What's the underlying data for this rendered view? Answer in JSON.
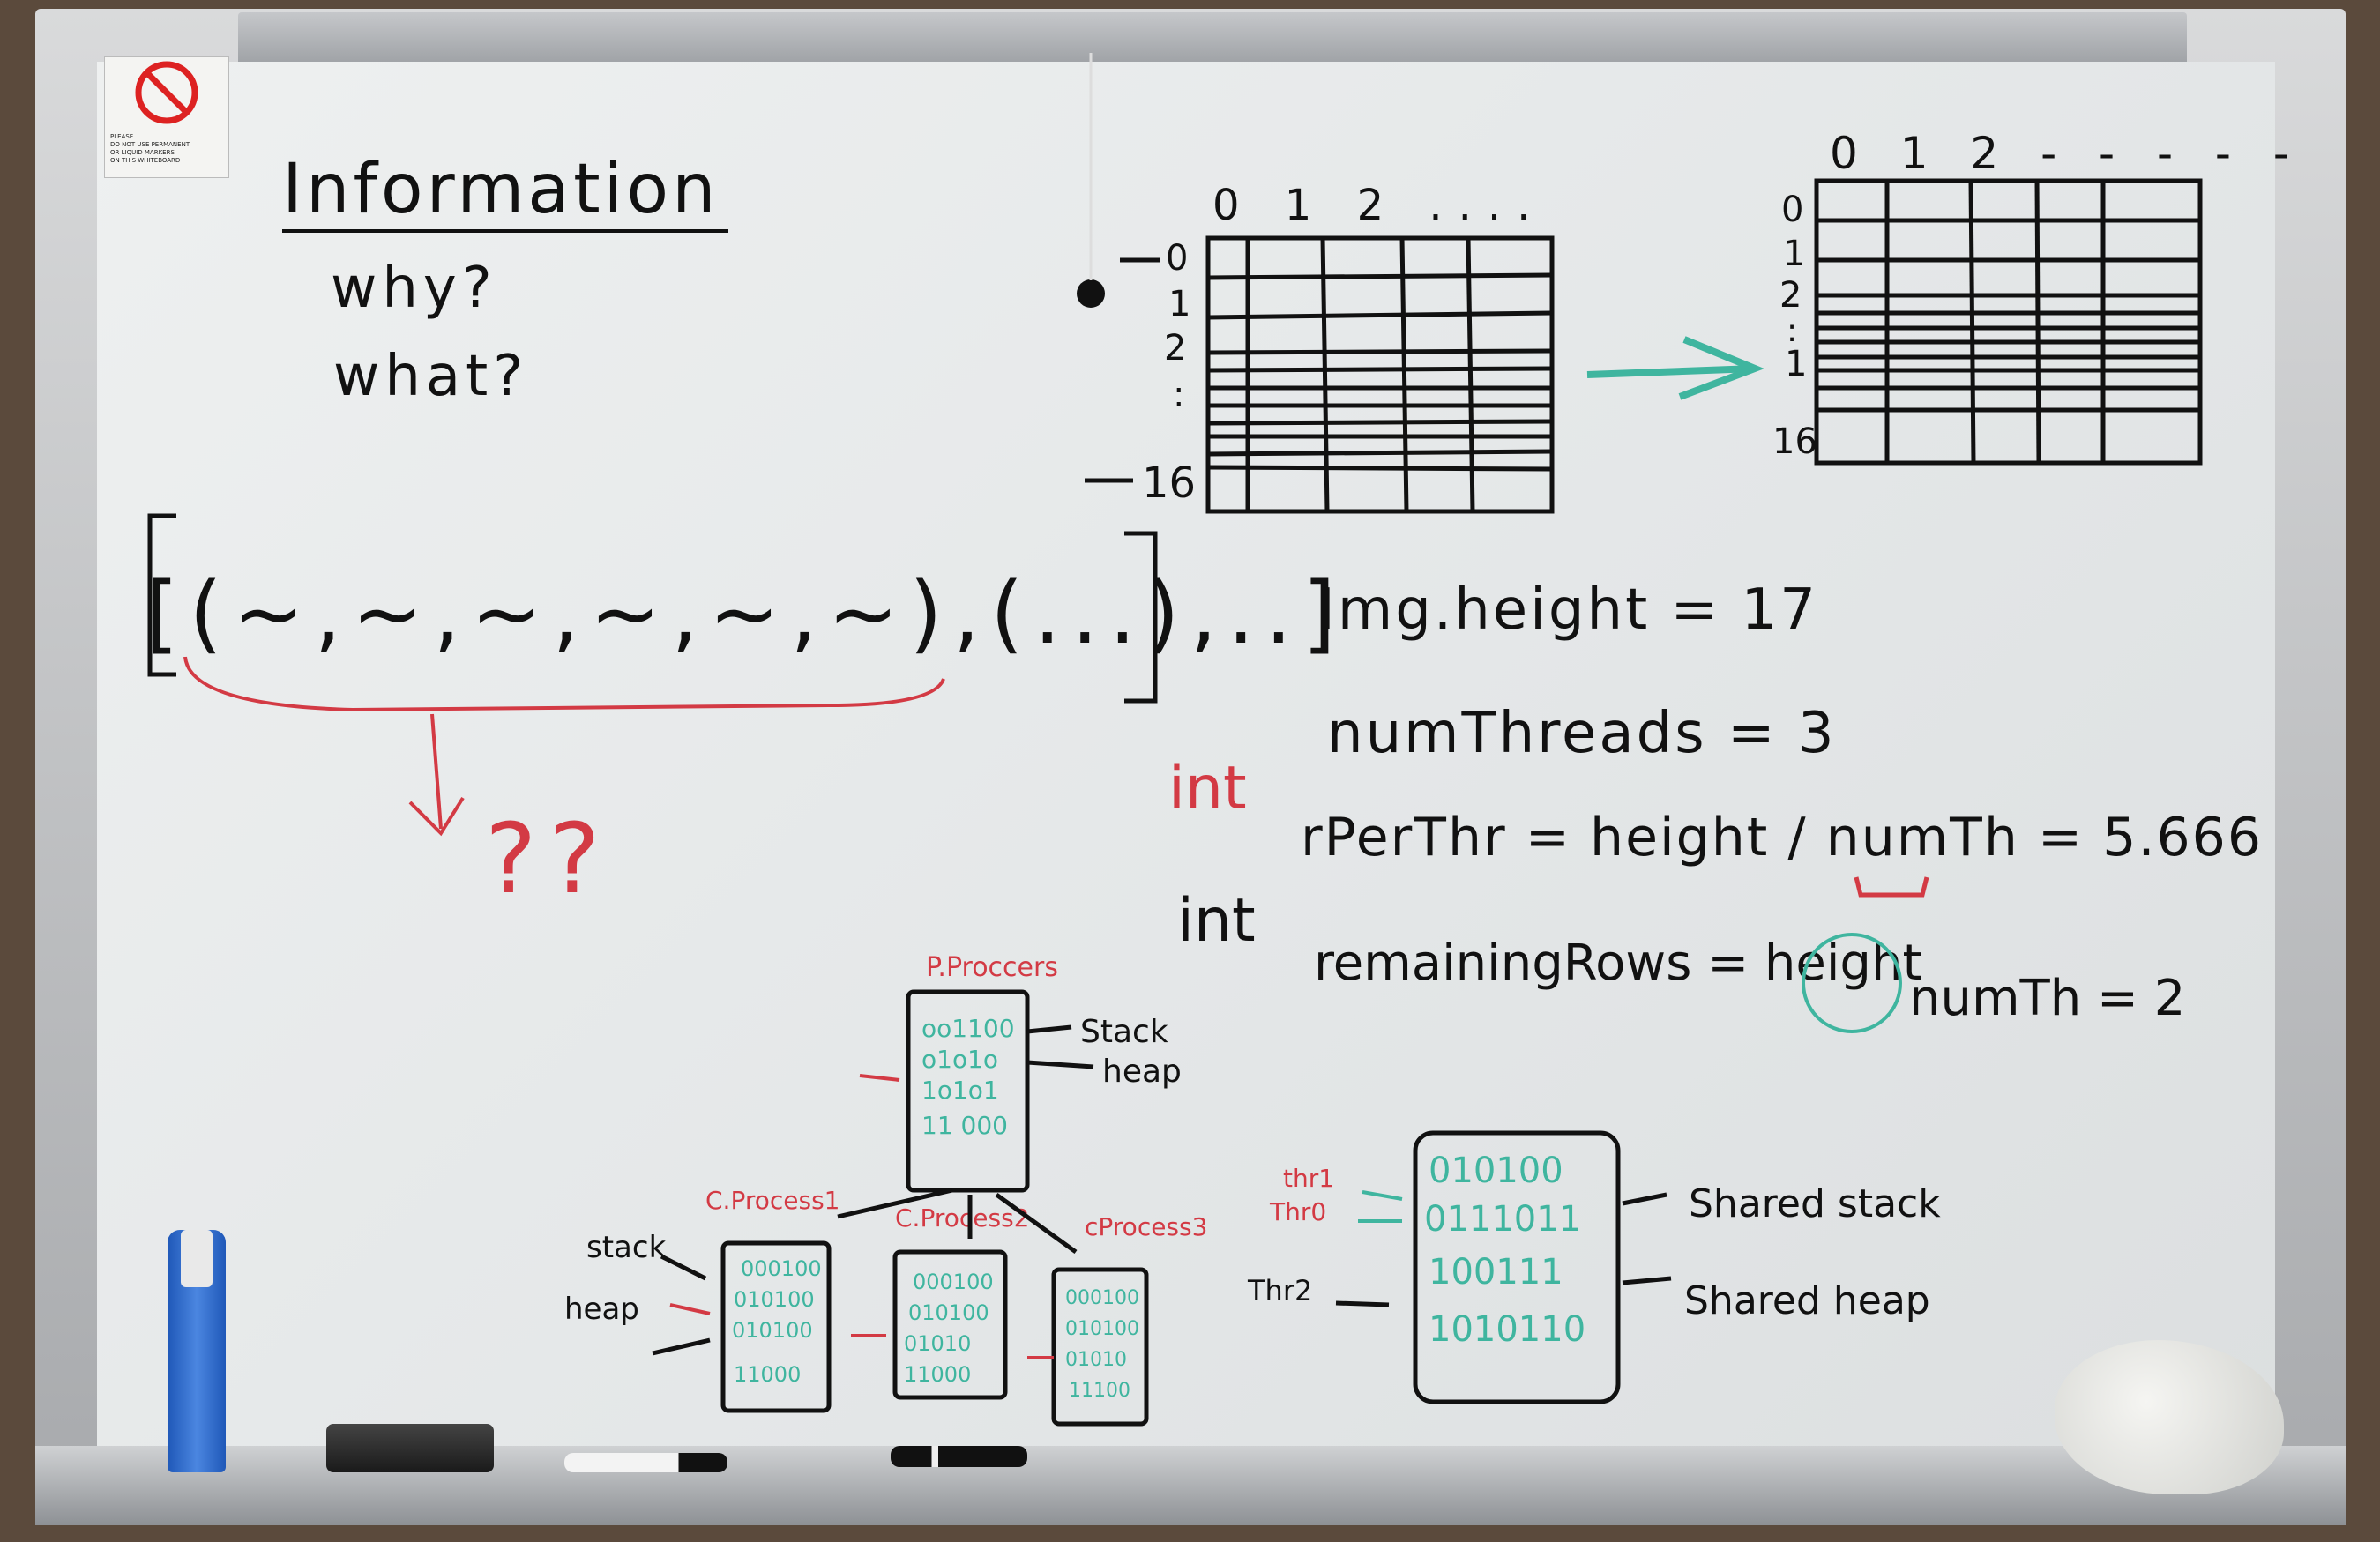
{
  "board": {
    "sticker": {
      "line1": "PLEASE",
      "line2": "DO NOT USE PERMANENT",
      "line3": "OR LIQUID MARKERS",
      "line4": "ON THIS WHITEBOARD"
    },
    "title": "Information",
    "questions": [
      "why?",
      "what?"
    ],
    "tuple_row": "[(~,~,~,~,~,~),(...),..]",
    "question_marks": "??",
    "grid_left": {
      "col_labels": "0 1 2 ....",
      "row_labels": [
        "0",
        "1",
        "2",
        ":",
        "16"
      ]
    },
    "grid_right": {
      "col_labels": "0 1 2 - - - - -",
      "row_labels": [
        "0",
        "1",
        "2",
        ":",
        "1",
        "16"
      ]
    },
    "equations": {
      "img_height": "Img.height = 17",
      "num_threads": "numThreads = 3",
      "int1": "int",
      "rperthr": "rPerThr = height / numTh = 5.666",
      "int2": "int",
      "remaining": "remainingRows = height",
      "remaining_tail": "numTh = 2"
    },
    "process_diagram": {
      "parent_label": "P.Proccers",
      "parent_bits": [
        "oo1100",
        "o1o1o",
        "1o1o1",
        "11 000"
      ],
      "stack": "Stack",
      "heap": "heap",
      "children": [
        {
          "label": "C.Process1",
          "bits": [
            "000100",
            "010100",
            "010100",
            "11000"
          ]
        },
        {
          "label": "C.Process2",
          "bits": [
            "000100",
            "010100",
            "01010",
            "11000"
          ]
        },
        {
          "label": "cProcess3",
          "bits": [
            "000100",
            "010100",
            "01010",
            "11100"
          ]
        }
      ],
      "child_stack": "stack",
      "child_heap": "heap"
    },
    "thread_diagram": {
      "thr1": "thr1",
      "thr0": "Thr0",
      "thr2": "Thr2",
      "bits": [
        "010100",
        "0111011",
        "100111",
        "1010110"
      ],
      "shared_stack": "Shared stack",
      "shared_heap": "Shared heap"
    }
  },
  "colors": {
    "ink_black": "#111111",
    "ink_red": "#d33a44",
    "ink_teal": "#3fb59f",
    "board": "#e8ebeb"
  }
}
